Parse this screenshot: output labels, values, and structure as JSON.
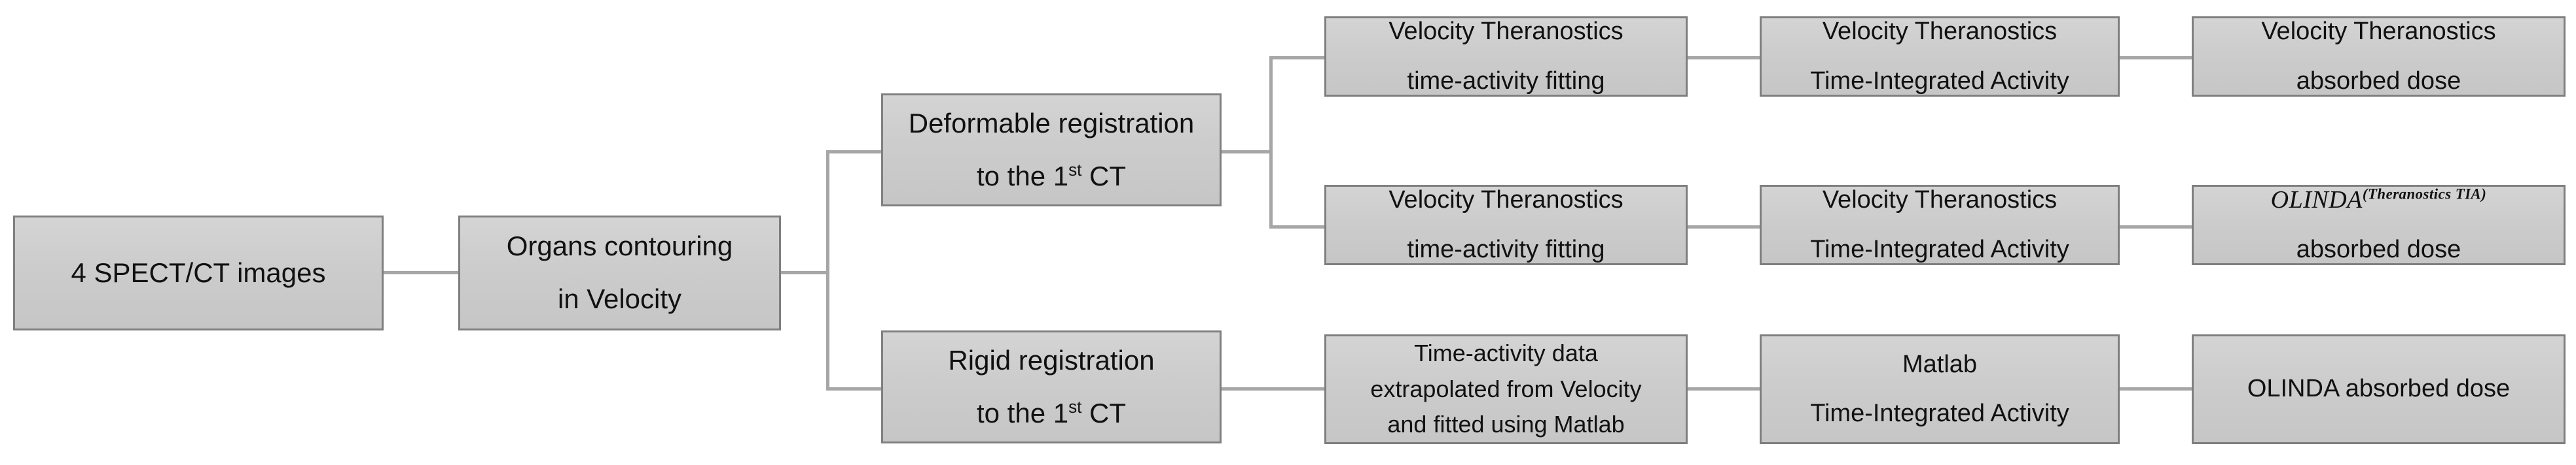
{
  "diagram": {
    "title": "Dosimetry workflow comparison flowchart",
    "colors": {
      "node_fill_top": "#d4d4d4",
      "node_fill_bottom": "#c6c6c6",
      "node_border": "#7f7f7f",
      "connector": "#a6a6a6",
      "text": "#111111",
      "background": "#ffffff"
    },
    "nodes": [
      {
        "id": "spect-ct-images",
        "name": "4-spect-ct-images",
        "lines": [
          "4 SPECT/CT images"
        ]
      },
      {
        "id": "organs-contouring",
        "name": "organs-contouring-in-velocity",
        "lines": [
          "Organs contouring",
          "in Velocity"
        ]
      },
      {
        "id": "deformable-registration",
        "name": "deformable-registration",
        "lines": [
          "Deformable registration",
          "to the 1st CT"
        ],
        "line2_prefix": "to the 1",
        "line2_sup": "st",
        "line2_suffix": " CT"
      },
      {
        "id": "rigid-registration",
        "name": "rigid-registration",
        "lines": [
          "Rigid registration",
          "to the 1st CT"
        ],
        "line2_prefix": "to the 1",
        "line2_sup": "st",
        "line2_suffix": " CT"
      },
      {
        "id": "vt-fitting-top",
        "name": "velocity-theranostics-time-activity-fitting-top",
        "lines": [
          "Velocity Theranostics",
          "time-activity fitting"
        ]
      },
      {
        "id": "vt-tia-top",
        "name": "velocity-theranostics-time-integrated-activity-top",
        "lines": [
          "Velocity Theranostics",
          "Time-Integrated Activity"
        ]
      },
      {
        "id": "vt-dose-top",
        "name": "velocity-theranostics-absorbed-dose",
        "lines": [
          "Velocity Theranostics",
          "absorbed dose"
        ]
      },
      {
        "id": "vt-fitting-mid",
        "name": "velocity-theranostics-time-activity-fitting-middle",
        "lines": [
          "Velocity Theranostics",
          "time-activity fitting"
        ]
      },
      {
        "id": "vt-tia-mid",
        "name": "velocity-theranostics-time-integrated-activity-middle",
        "lines": [
          "Velocity Theranostics",
          "Time-Integrated Activity"
        ]
      },
      {
        "id": "olinda-theranostics-tia",
        "name": "olinda-theranostics-tia-absorbed-dose",
        "lines": [
          "OLINDA(Theranostics TIA)",
          "absorbed dose"
        ],
        "line1_base": "OLINDA",
        "line1_sup": "(Theranostics TIA)",
        "line2": "absorbed dose"
      },
      {
        "id": "time-activity-matlab",
        "name": "time-activity-data-extrapolated-matlab",
        "lines": [
          "Time-activity data",
          "extrapolated from Velocity",
          "and fitted using Matlab"
        ]
      },
      {
        "id": "matlab-tia",
        "name": "matlab-time-integrated-activity",
        "lines": [
          "Matlab",
          "Time-Integrated Activity"
        ]
      },
      {
        "id": "olinda-dose",
        "name": "olinda-absorbed-dose",
        "lines": [
          "OLINDA absorbed dose"
        ]
      }
    ]
  }
}
